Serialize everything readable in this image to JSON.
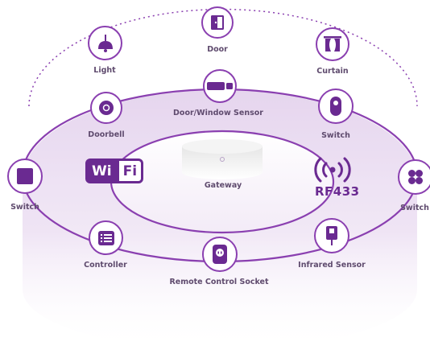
{
  "colors": {
    "accent": "#8a3fb0",
    "dark": "#6a2a91",
    "label": "#5f4b6e",
    "fill": "#e9d8f2"
  },
  "center": {
    "label": "Gateway"
  },
  "wifi": {
    "part1": "Wi",
    "part2": "Fi"
  },
  "rf": {
    "label": "RF433"
  },
  "nodes": {
    "door": {
      "label": "Door",
      "icon": "door-icon"
    },
    "light": {
      "label": "Light",
      "icon": "ceiling-lamp-icon"
    },
    "curtain": {
      "label": "Curtain",
      "icon": "curtain-icon"
    },
    "door_window_sensor": {
      "label": "Door/Window Sensor",
      "icon": "door-window-sensor-icon"
    },
    "doorbell": {
      "label": "Doorbell",
      "icon": "doorbell-icon"
    },
    "switch_top": {
      "label": "Switch",
      "icon": "remote-key-icon"
    },
    "switch_left": {
      "label": "Switch",
      "icon": "wall-switch-icon"
    },
    "switch_right": {
      "label": "Switch",
      "icon": "four-button-switch-icon"
    },
    "controller": {
      "label": "Controller",
      "icon": "controller-list-icon"
    },
    "remote_control_socket": {
      "label": "Remote Control Socket",
      "icon": "socket-icon"
    },
    "infrared_sensor": {
      "label": "Infrared Sensor",
      "icon": "infrared-sensor-icon"
    }
  }
}
